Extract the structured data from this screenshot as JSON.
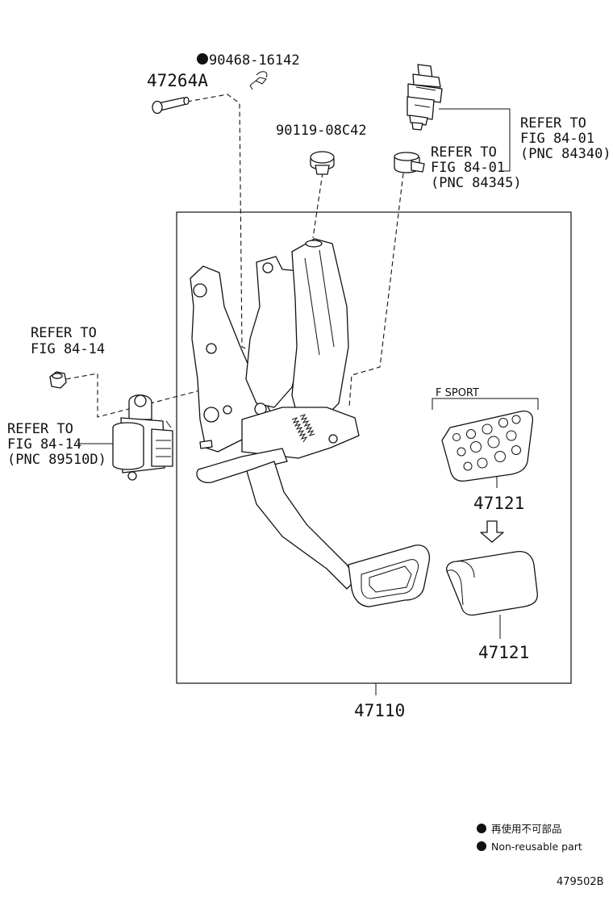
{
  "labels": {
    "pin_part": "47264A",
    "clip_part": "90468-16142",
    "clip_marker": "●",
    "bushing_part": "90119-08C42",
    "switch_ref_line1": "REFER TO",
    "switch_ref_line2": "FIG 84-01",
    "switch_ref_line3": "(PNC 84340)",
    "cushion_ref_line1": "REFER TO",
    "cushion_ref_line2": "FIG 84-01",
    "cushion_ref_line3": "(PNC 84345)",
    "nut_ref_line1": "REFER TO",
    "nut_ref_line2": "FIG 84-14",
    "sensor_ref_line1": "REFER TO",
    "sensor_ref_line2": "FIG 84-14",
    "sensor_ref_line3": "(PNC 89510D)",
    "f_sport": "F SPORT",
    "pad_sport_part": "47121",
    "pad_std_part": "47121",
    "assembly_part": "47110",
    "legend_jp": "再使用不可部品",
    "legend_en": "Non-reusable part",
    "legend_marker": "●",
    "figure_code": "479502B"
  }
}
